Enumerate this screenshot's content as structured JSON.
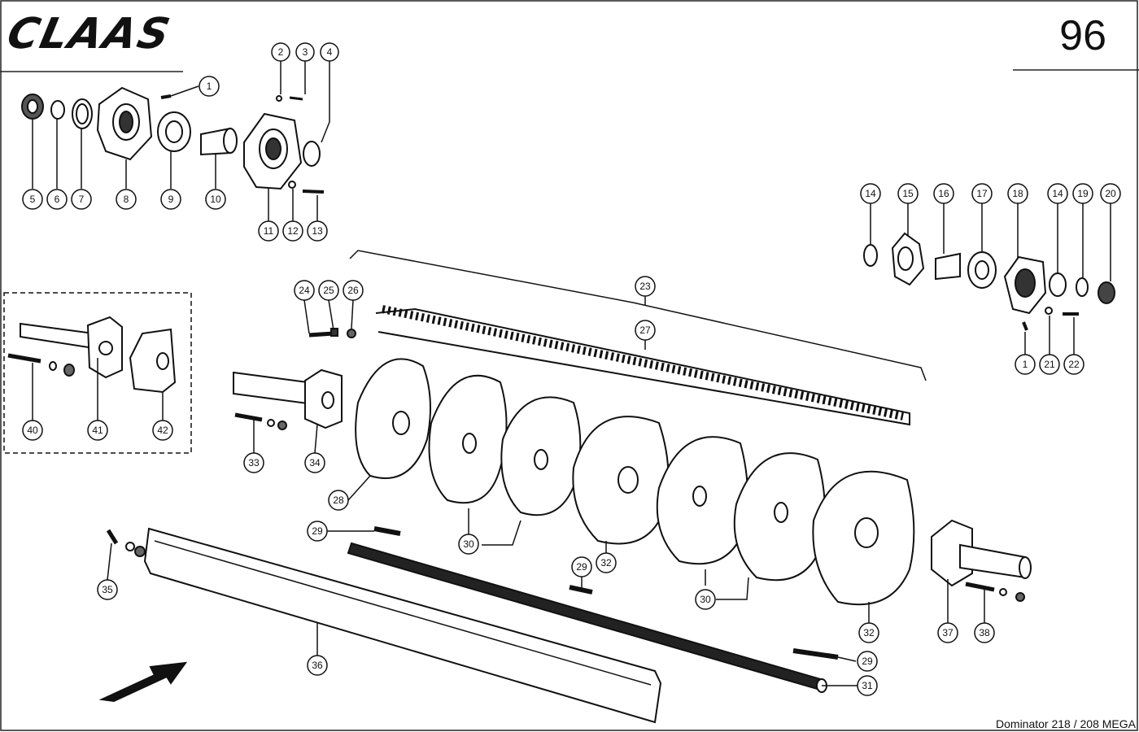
{
  "header": {
    "brand": "CLAAS",
    "page_number": "96"
  },
  "footer": {
    "model": "Dominator 218 / 208 MEGA"
  },
  "callouts": [
    {
      "label": "1"
    },
    {
      "label": "2"
    },
    {
      "label": "3"
    },
    {
      "label": "4"
    },
    {
      "label": "5"
    },
    {
      "label": "6"
    },
    {
      "label": "7"
    },
    {
      "label": "8"
    },
    {
      "label": "9"
    },
    {
      "label": "10"
    },
    {
      "label": "11"
    },
    {
      "label": "12"
    },
    {
      "label": "13"
    },
    {
      "label": "14"
    },
    {
      "label": "15"
    },
    {
      "label": "16"
    },
    {
      "label": "17"
    },
    {
      "label": "18"
    },
    {
      "label": "14"
    },
    {
      "label": "19"
    },
    {
      "label": "20"
    },
    {
      "label": "1"
    },
    {
      "label": "21"
    },
    {
      "label": "22"
    },
    {
      "label": "24"
    },
    {
      "label": "25"
    },
    {
      "label": "26"
    },
    {
      "label": "23"
    },
    {
      "label": "27"
    },
    {
      "label": "40"
    },
    {
      "label": "41"
    },
    {
      "label": "42"
    },
    {
      "label": "33"
    },
    {
      "label": "34"
    },
    {
      "label": "28"
    },
    {
      "label": "29"
    },
    {
      "label": "30"
    },
    {
      "label": "30"
    },
    {
      "label": "32"
    },
    {
      "label": "29"
    },
    {
      "label": "30"
    },
    {
      "label": "32"
    },
    {
      "label": "37"
    },
    {
      "label": "38"
    },
    {
      "label": "29"
    },
    {
      "label": "31"
    },
    {
      "label": "35"
    },
    {
      "label": "36"
    }
  ]
}
